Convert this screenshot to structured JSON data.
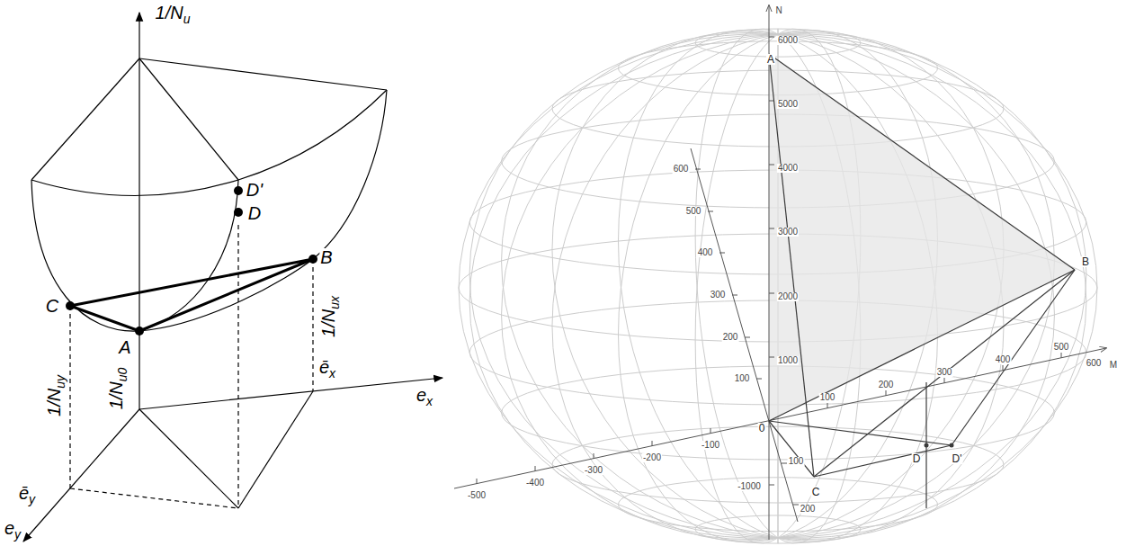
{
  "diagram": {
    "labels": [
      "1/Nu",
      "D'",
      "D",
      "B",
      "C",
      "A",
      "1/Nuy",
      "1/Nu0",
      "1/Nux",
      "ēx",
      "ēy",
      "ex",
      "ey",
      "N",
      "6000",
      "5000",
      "4000",
      "3000",
      "2000",
      "1000",
      "-1000",
      "A",
      "B",
      "C",
      "D",
      "D'",
      "0",
      "600",
      "500",
      "400",
      "300",
      "200",
      "100",
      "100",
      "200",
      "-100",
      "-200",
      "-300",
      "-400",
      "-500",
      "100",
      "200",
      "300",
      "400",
      "500",
      "600",
      "M"
    ]
  }
}
